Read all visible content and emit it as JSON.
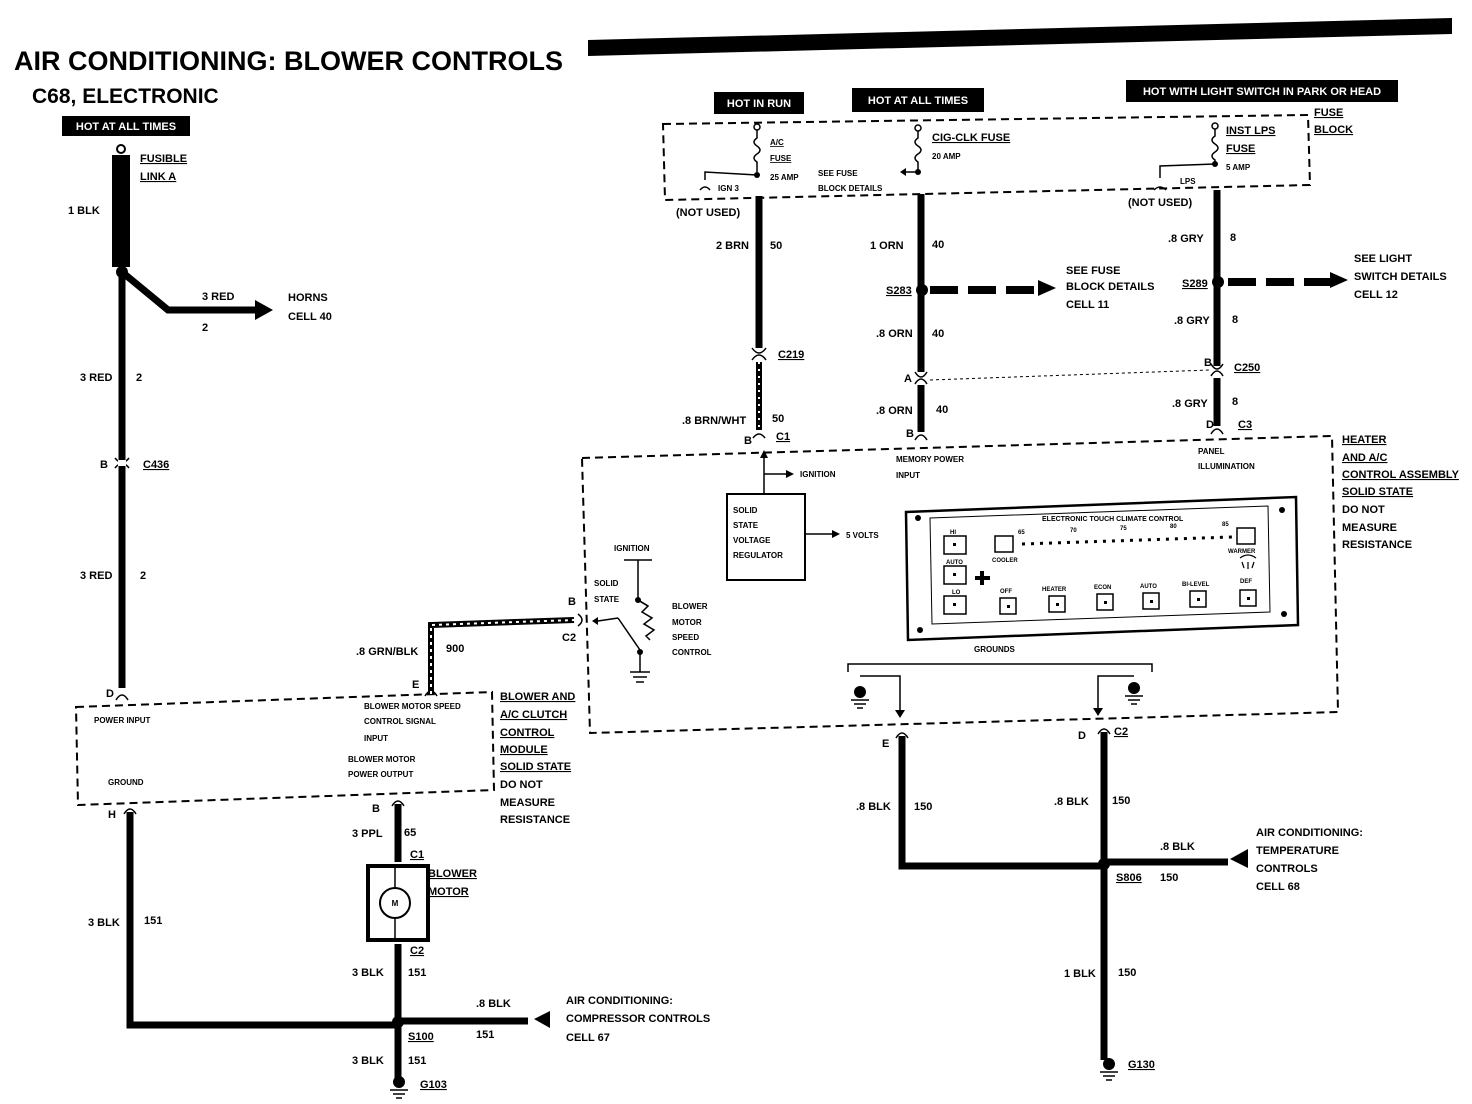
{
  "title": "AIR CONDITIONING: BLOWER CONTROLS",
  "subtitle": "C68, ELECTRONIC",
  "power_labels": {
    "left": "HOT AT ALL TIMES",
    "run": "HOT IN RUN",
    "all": "HOT AT ALL TIMES",
    "light": "HOT WITH LIGHT SWITCH IN PARK OR HEAD"
  },
  "fuse_block": {
    "label1": "FUSE",
    "label2": "BLOCK",
    "ac_fuse_1": "A/C",
    "ac_fuse_2": "FUSE",
    "ac_amp": "25 AMP",
    "ign3": "IGN 3",
    "not_used_1": "(NOT USED)",
    "cig_fuse": "CIG-CLK FUSE",
    "cig_amp": "20 AMP",
    "see_fuse_1": "SEE FUSE",
    "see_fuse_2": "BLOCK DETAILS",
    "inst_1": "INST LPS",
    "inst_2": "FUSE",
    "inst_amp": "5 AMP",
    "lps": "LPS",
    "not_used_2": "(NOT USED)"
  },
  "fusible_link_1": "FUSIBLE",
  "fusible_link_2": "LINK A",
  "wire_labels": {
    "w1blk": "1 BLK",
    "w3red_horn": "3 RED",
    "horn_circ": "2",
    "horns_1": "HORNS",
    "horns_2": "CELL 40",
    "w3red_a": "3 RED",
    "c2_a": "2",
    "b_c436": "B",
    "c436": "C436",
    "w3red_b": "3 RED",
    "c2_b": "2",
    "d_pin": "D",
    "w2brn": "2 BRN",
    "c50a": "50",
    "c219": "C219",
    "w8brnwht": ".8 BRN/WHT",
    "c50b": "50",
    "b_c1": "B",
    "c1_top": "C1",
    "w1orn": "1 ORN",
    "c40a": "40",
    "s283": "S283",
    "see_fuse_c11_1": "SEE FUSE",
    "see_fuse_c11_2": "BLOCK DETAILS",
    "see_fuse_c11_3": "CELL 11",
    "w8orn_a": ".8 ORN",
    "c40b": "40",
    "a_pin": "A",
    "w8orn_b": ".8 ORN",
    "c40c": "40",
    "b_pin_orn": "B",
    "w8gry_a": ".8 GRY",
    "c8a": "8",
    "s289": "S289",
    "see_light_1": "SEE LIGHT",
    "see_light_2": "SWITCH DETAILS",
    "see_light_3": "CELL 12",
    "w8gry_b": ".8 GRY",
    "c8b": "8",
    "b_c250": "B",
    "c250": "C250",
    "w8gry_c": ".8 GRY",
    "c8c": "8",
    "d_c3": "D",
    "c3": "C3",
    "w8grnblk": ".8 GRN/BLK",
    "c900": "900",
    "e_pin": "E",
    "b_c2": "B",
    "c2_mod": "C2",
    "h_pin": "H",
    "w3blk_a": "3 BLK",
    "c151a": "151",
    "b_motor": "B",
    "w3ppl": "3 PPL",
    "c65": "65",
    "c1_motor": "C1",
    "blower_motor_1": "BLOWER",
    "blower_motor_2": "MOTOR",
    "motor_m": "M",
    "c2_motor": "C2",
    "w3blk_b": "3 BLK",
    "c151b": "151",
    "w8blk_comp": ".8 BLK",
    "c151c": "151",
    "s100": "S100",
    "comp_1": "AIR CONDITIONING:",
    "comp_2": "COMPRESSOR CONTROLS",
    "comp_3": "CELL 67",
    "w3blk_c": "3 BLK",
    "c151d": "151",
    "g103": "G103",
    "e_gnd": "E",
    "d_gnd": "D",
    "c2_gnd": "C2",
    "w8blk_e": ".8 BLK",
    "c150a": "150",
    "w8blk_d": ".8 BLK",
    "c150b": "150",
    "w8blk_temp": ".8 BLK",
    "c150c": "150",
    "s806": "S806",
    "temp_1": "AIR CONDITIONING:",
    "temp_2": "TEMPERATURE",
    "temp_3": "CONTROLS",
    "temp_4": "CELL 68",
    "w1blk_g": "1 BLK",
    "c150d": "150",
    "g130": "G130"
  },
  "module": {
    "power_input": "POWER INPUT",
    "ground": "GROUND",
    "speed_1": "BLOWER MOTOR SPEED",
    "speed_2": "CONTROL SIGNAL",
    "speed_3": "INPUT",
    "out_1": "BLOWER MOTOR",
    "out_2": "POWER OUTPUT",
    "name_1": "BLOWER AND",
    "name_2": "A/C CLUTCH",
    "name_3": "CONTROL",
    "name_4": "MODULE",
    "ss_1": "SOLID STATE",
    "ss_2": "DO NOT",
    "ss_3": "MEASURE",
    "ss_4": "RESISTANCE"
  },
  "heater": {
    "name_1": "HEATER",
    "name_2": "AND A/C",
    "name_3": "CONTROL ASSEMBLY",
    "ss_1": "SOLID STATE",
    "ss_2": "DO NOT",
    "ss_3": "MEASURE",
    "ss_4": "RESISTANCE",
    "ignition": "IGNITION",
    "memory_1": "MEMORY POWER",
    "memory_2": "INPUT",
    "panel_1": "PANEL",
    "panel_2": "ILLUMINATION",
    "reg_1": "SOLID",
    "reg_2": "STATE",
    "reg_3": "VOLTAGE",
    "reg_4": "REGULATOR",
    "five_volts": "5 VOLTS",
    "ign2": "IGNITION",
    "ss_label_1": "SOLID",
    "ss_label_2": "STATE",
    "bm_1": "BLOWER",
    "bm_2": "MOTOR",
    "bm_3": "SPEED",
    "bm_4": "CONTROL",
    "grounds": "GROUNDS"
  },
  "panel": {
    "header": "ELECTRONIC TOUCH CLIMATE CONTROL",
    "hi": "HI",
    "auto": "AUTO",
    "lo": "LO",
    "cooler": "COOLER",
    "warmer": "WARMER",
    "t65": "65",
    "t70": "70",
    "t75": "75",
    "t80": "80",
    "t85": "85",
    "off": "OFF",
    "heater": "HEATER",
    "econ": "ECON",
    "auto2": "AUTO",
    "bilevel": "BI-LEVEL",
    "def": "DEF"
  }
}
